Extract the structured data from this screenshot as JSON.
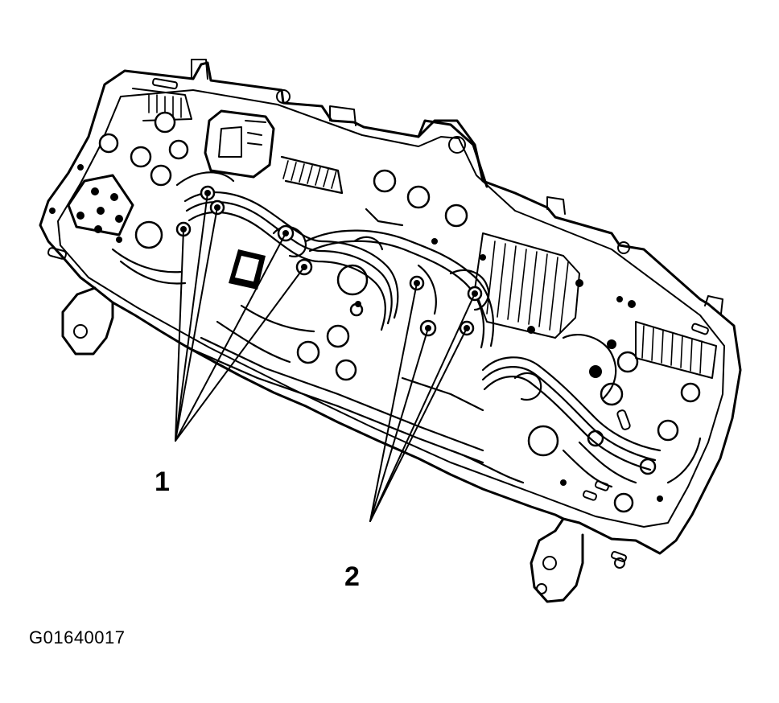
{
  "diagram": {
    "callouts": [
      {
        "id": "callout-1",
        "label": "1"
      },
      {
        "id": "callout-2",
        "label": "2"
      }
    ],
    "figure_id": "G01640017"
  }
}
